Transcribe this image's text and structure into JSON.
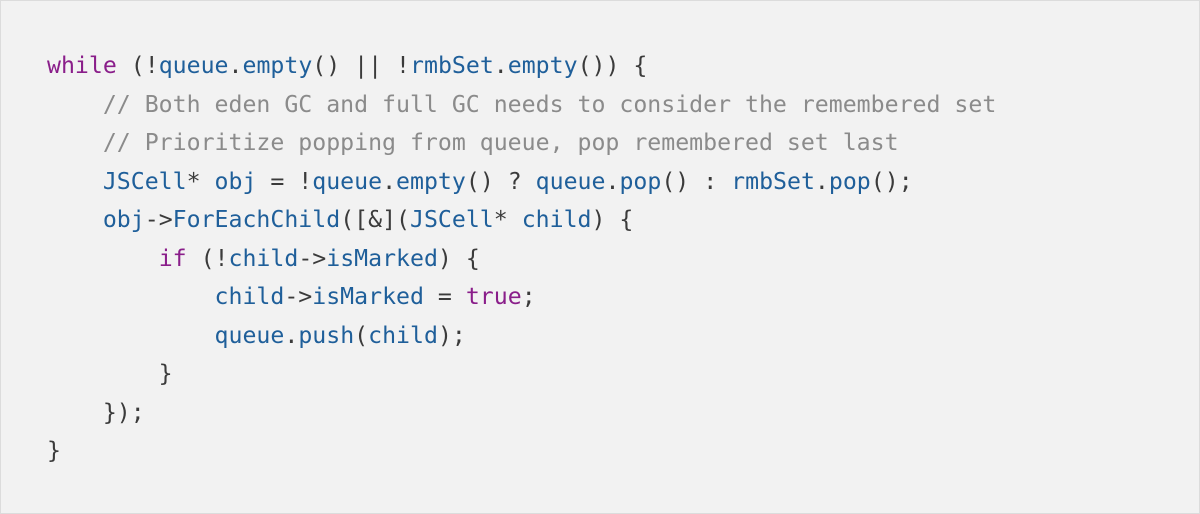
{
  "code": {
    "lines": [
      [
        {
          "t": "kw",
          "s": "while"
        },
        {
          "t": "pl",
          "s": " (!"
        },
        {
          "t": "id",
          "s": "queue"
        },
        {
          "t": "pl",
          "s": "."
        },
        {
          "t": "id",
          "s": "empty"
        },
        {
          "t": "pl",
          "s": "() || !"
        },
        {
          "t": "id",
          "s": "rmbSet"
        },
        {
          "t": "pl",
          "s": "."
        },
        {
          "t": "id",
          "s": "empty"
        },
        {
          "t": "pl",
          "s": "()) {"
        }
      ],
      [
        {
          "t": "pl",
          "s": "    "
        },
        {
          "t": "cm",
          "s": "// Both eden GC and full GC needs to consider the remembered set"
        }
      ],
      [
        {
          "t": "pl",
          "s": "    "
        },
        {
          "t": "cm",
          "s": "// Prioritize popping from queue, pop remembered set last"
        }
      ],
      [
        {
          "t": "pl",
          "s": "    "
        },
        {
          "t": "id",
          "s": "JSCell"
        },
        {
          "t": "pl",
          "s": "* "
        },
        {
          "t": "id",
          "s": "obj"
        },
        {
          "t": "pl",
          "s": " = !"
        },
        {
          "t": "id",
          "s": "queue"
        },
        {
          "t": "pl",
          "s": "."
        },
        {
          "t": "id",
          "s": "empty"
        },
        {
          "t": "pl",
          "s": "() ? "
        },
        {
          "t": "id",
          "s": "queue"
        },
        {
          "t": "pl",
          "s": "."
        },
        {
          "t": "id",
          "s": "pop"
        },
        {
          "t": "pl",
          "s": "() : "
        },
        {
          "t": "id",
          "s": "rmbSet"
        },
        {
          "t": "pl",
          "s": "."
        },
        {
          "t": "id",
          "s": "pop"
        },
        {
          "t": "pl",
          "s": "();"
        }
      ],
      [
        {
          "t": "pl",
          "s": "    "
        },
        {
          "t": "id",
          "s": "obj"
        },
        {
          "t": "pl",
          "s": "->"
        },
        {
          "t": "id",
          "s": "ForEachChild"
        },
        {
          "t": "pl",
          "s": "([&]("
        },
        {
          "t": "id",
          "s": "JSCell"
        },
        {
          "t": "pl",
          "s": "* "
        },
        {
          "t": "id",
          "s": "child"
        },
        {
          "t": "pl",
          "s": ") {"
        }
      ],
      [
        {
          "t": "pl",
          "s": "        "
        },
        {
          "t": "kw",
          "s": "if"
        },
        {
          "t": "pl",
          "s": " (!"
        },
        {
          "t": "id",
          "s": "child"
        },
        {
          "t": "pl",
          "s": "->"
        },
        {
          "t": "id",
          "s": "isMarked"
        },
        {
          "t": "pl",
          "s": ") {"
        }
      ],
      [
        {
          "t": "pl",
          "s": "            "
        },
        {
          "t": "id",
          "s": "child"
        },
        {
          "t": "pl",
          "s": "->"
        },
        {
          "t": "id",
          "s": "isMarked"
        },
        {
          "t": "pl",
          "s": " = "
        },
        {
          "t": "kw",
          "s": "true"
        },
        {
          "t": "pl",
          "s": ";"
        }
      ],
      [
        {
          "t": "pl",
          "s": "            "
        },
        {
          "t": "id",
          "s": "queue"
        },
        {
          "t": "pl",
          "s": "."
        },
        {
          "t": "id",
          "s": "push"
        },
        {
          "t": "pl",
          "s": "("
        },
        {
          "t": "id",
          "s": "child"
        },
        {
          "t": "pl",
          "s": ");"
        }
      ],
      [
        {
          "t": "pl",
          "s": "        }"
        }
      ],
      [
        {
          "t": "pl",
          "s": "    });"
        }
      ],
      [
        {
          "t": "pl",
          "s": "}"
        }
      ]
    ]
  }
}
